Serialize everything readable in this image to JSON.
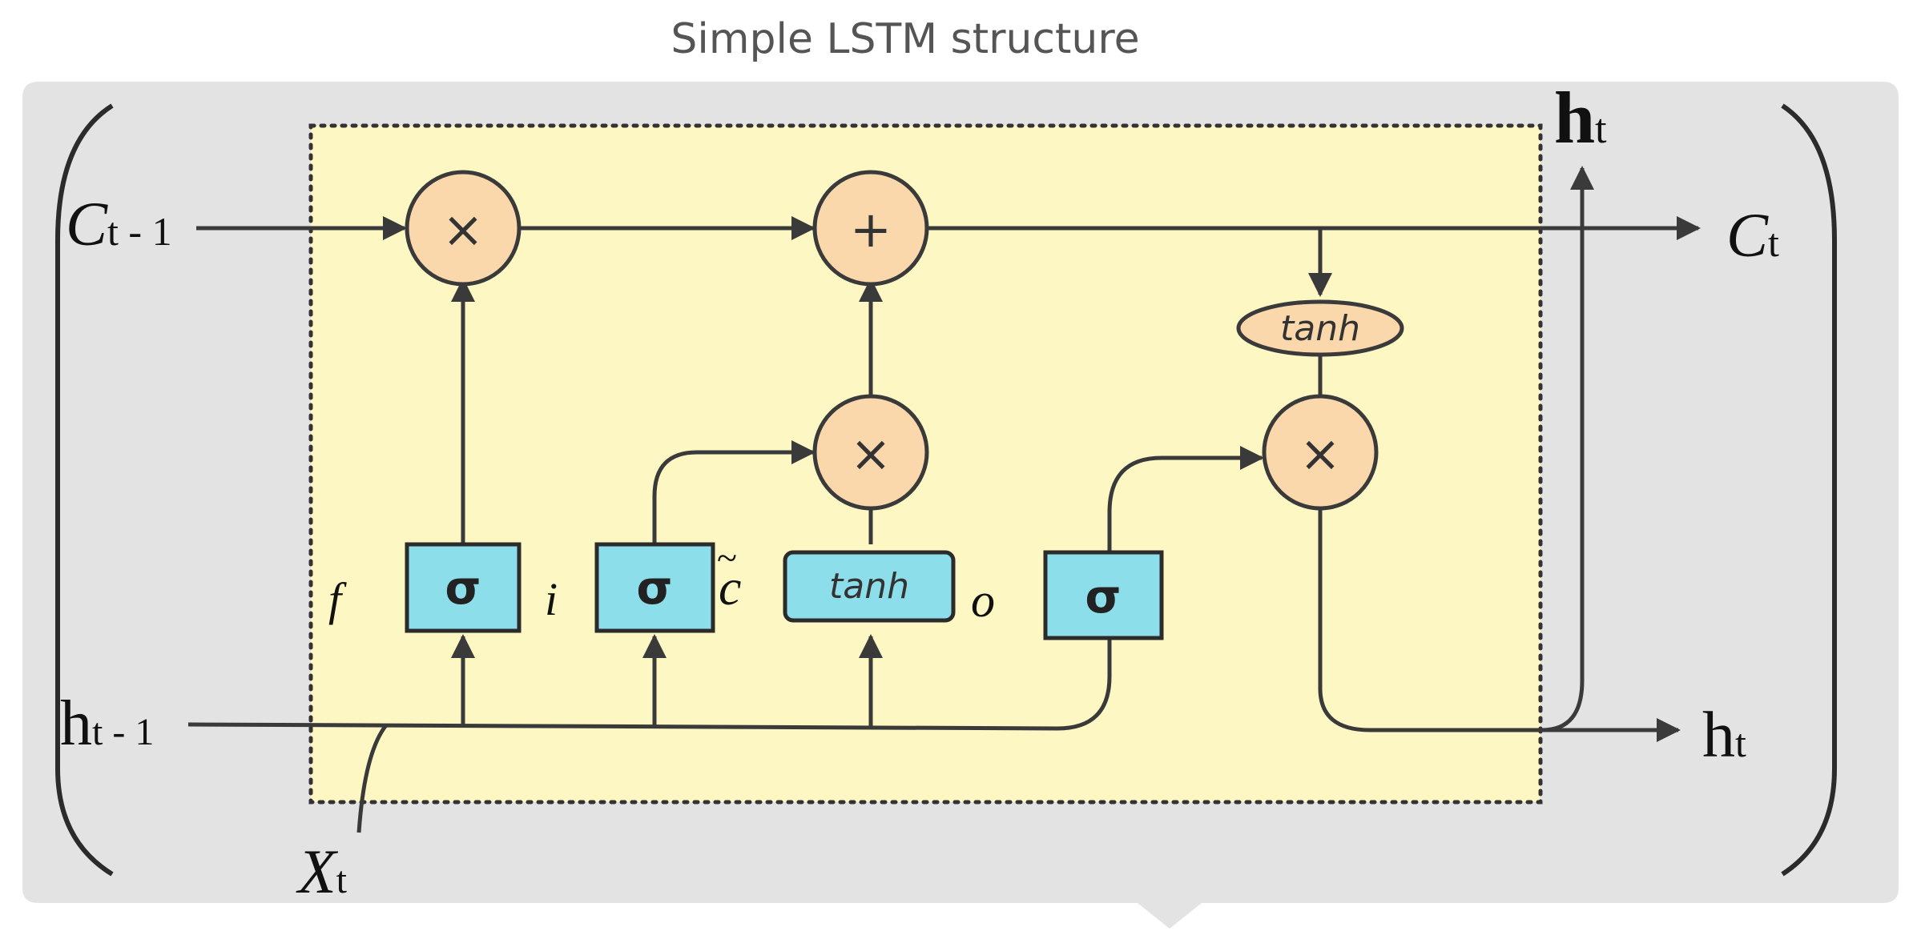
{
  "title": "Simple LSTM structure",
  "inputs": {
    "c_prev": {
      "main": "C",
      "sub": "t - 1"
    },
    "h_prev": {
      "main": "h",
      "sub": "t - 1"
    },
    "x": {
      "main": "X",
      "sub": "t"
    }
  },
  "outputs": {
    "c_out": {
      "main": "C",
      "sub": "t"
    },
    "h_out_right": {
      "main": "h",
      "sub": "t"
    },
    "h_out_top": {
      "main": "h",
      "sub": "t"
    }
  },
  "gate_labels": {
    "forget": "f",
    "input": "i",
    "candidate": "c",
    "candidate_mark": "~",
    "output": "o"
  },
  "gates": {
    "forget": "σ",
    "input": "σ",
    "candidate": "tanh",
    "output": "σ"
  },
  "operators": {
    "forget_mult": "×",
    "add": "+",
    "input_mult": "×",
    "output_mult": "×"
  },
  "cell_activation": "tanh",
  "colors": {
    "panel_bg": "#e3e3e3",
    "cell_bg": "#fdf7c3",
    "cell_border": "#333333",
    "gate_fill": "#8ddeeb",
    "gate_border": "#2b2b2b",
    "op_fill": "#fbd7ac",
    "op_border": "#3a3a3a",
    "line": "#3a3a3a"
  }
}
